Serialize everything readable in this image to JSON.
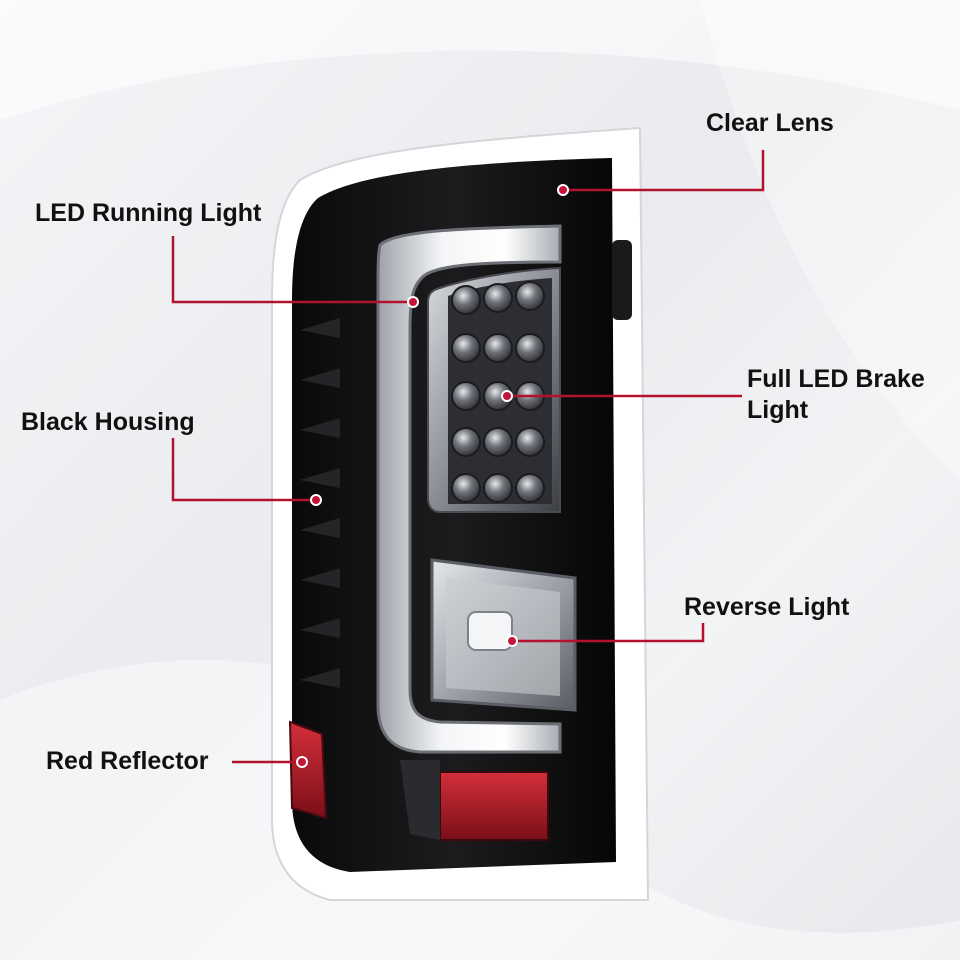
{
  "callouts": {
    "clear_lens": "Clear Lens",
    "led_running_light": "LED Running Light",
    "full_led_brake_light": "Full LED Brake Light",
    "black_housing": "Black Housing",
    "reverse_light": "Reverse Light",
    "red_reflector": "Red Reflector"
  },
  "colors": {
    "callout_line": "#b3122e",
    "callout_dot": "#c4143a",
    "housing": "#111111",
    "reflector": "#b01a26",
    "lens_chrome": "#8c8e94"
  }
}
